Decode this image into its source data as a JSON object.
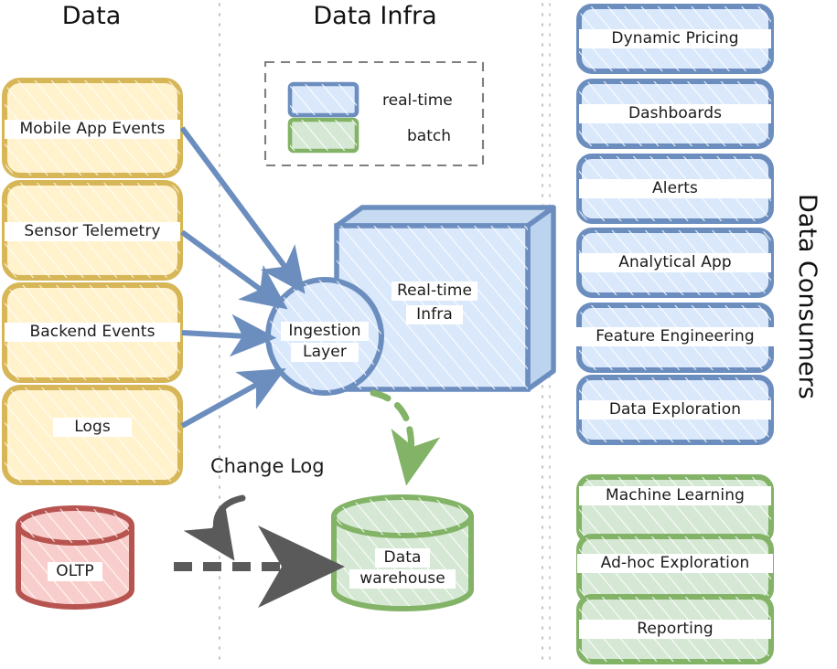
{
  "columns": {
    "data_title": "Data",
    "infra_title": "Data Infra",
    "consumers_title": "Data Consumers"
  },
  "legend": {
    "realtime_label": "real-time",
    "batch_label": "batch",
    "realtime_color": "#6c8ebf",
    "realtime_fill": "#dae8fc",
    "batch_color": "#82b366",
    "batch_fill": "#d5e8d4",
    "border_color": "#808080"
  },
  "sources": {
    "stroke": "#d6b656",
    "fill": "#fff2cc",
    "items": [
      {
        "label": "Mobile App Events"
      },
      {
        "label": "Sensor Telemetry"
      },
      {
        "label": "Backend Events"
      },
      {
        "label": "Logs"
      }
    ]
  },
  "oltp": {
    "label": "OLTP",
    "stroke": "#b85450",
    "fill": "#f8cecc"
  },
  "warehouse": {
    "label": "Data\nwarehouse",
    "label_line1": "Data",
    "label_line2": "warehouse",
    "stroke": "#82b366",
    "fill": "#d5e8d4"
  },
  "ingestion": {
    "label_line1": "Ingestion",
    "label_line2": "Layer",
    "stroke": "#6c8ebf",
    "fill": "#dae8fc"
  },
  "realtime_infra": {
    "label_line1": "Real-time",
    "label_line2": "Infra",
    "stroke": "#6c8ebf",
    "fill": "#dae8fc"
  },
  "edges": {
    "change_log_label": "Change Log",
    "arrow_color": "#6c8ebf",
    "cdc_color": "#666666",
    "batch_color": "#82b366"
  },
  "consumers": {
    "realtime_stroke": "#6c8ebf",
    "realtime_fill": "#dae8fc",
    "batch_stroke": "#82b366",
    "batch_fill": "#d5e8d4",
    "realtime_items": [
      {
        "label": "Dynamic Pricing"
      },
      {
        "label": "Dashboards"
      },
      {
        "label": "Alerts"
      },
      {
        "label": "Analytical App"
      },
      {
        "label": "Feature Engineering"
      },
      {
        "label": "Data Exploration"
      }
    ],
    "batch_items": [
      {
        "label": "Machine Learning"
      },
      {
        "label": "Ad-hoc Exploration"
      },
      {
        "label": "Reporting"
      }
    ]
  }
}
